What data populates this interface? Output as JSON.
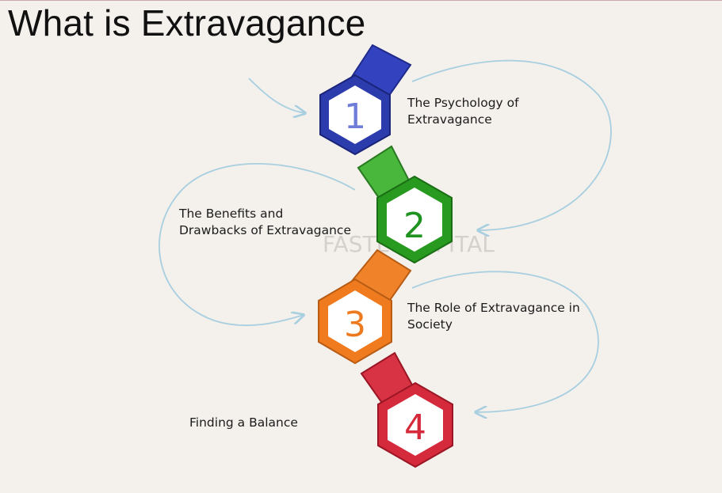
{
  "title": "What is Extravagance",
  "watermark": "FASTERCAPITAL",
  "steps": [
    {
      "number": "1",
      "lines": [
        "The Psychology of",
        "Extravagance"
      ],
      "color": "#2f3fb4"
    },
    {
      "number": "2",
      "lines": [
        "The Benefits and",
        "Drawbacks of Extravagance"
      ],
      "color": "#2e9c25"
    },
    {
      "number": "3",
      "lines": [
        "The Role of Extravagance in",
        "Society"
      ],
      "color": "#f07c22"
    },
    {
      "number": "4",
      "lines": [
        "Finding a Balance"
      ],
      "color": "#d82a3a"
    }
  ],
  "colors": {
    "arrow": "#a7cfe0",
    "background": "#f4f0ec"
  }
}
